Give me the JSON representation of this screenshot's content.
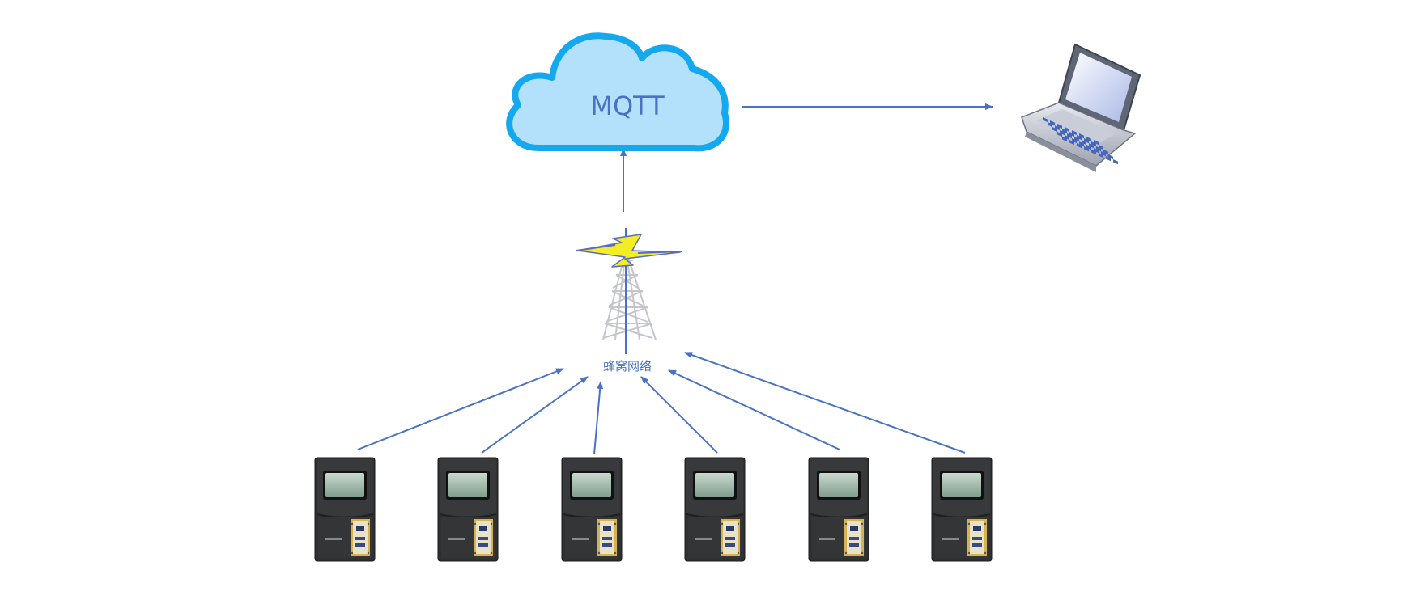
{
  "cloud": {
    "label": "MQTT",
    "fill": "#b3e0fb",
    "stroke": "#14a9ee"
  },
  "tower": {
    "label": "蜂窝网络"
  },
  "arrow_color": "#4a72c4",
  "devices": [
    {
      "id": "device-1",
      "type": "terminal"
    },
    {
      "id": "device-2",
      "type": "terminal"
    },
    {
      "id": "device-3",
      "type": "terminal"
    },
    {
      "id": "device-4",
      "type": "terminal"
    },
    {
      "id": "device-5",
      "type": "terminal"
    },
    {
      "id": "device-6",
      "type": "terminal"
    }
  ],
  "laptop": {
    "icon": "laptop-icon"
  },
  "edges": [
    {
      "from": "cloud",
      "to": "laptop"
    },
    {
      "from": "tower",
      "to": "cloud"
    },
    {
      "from": "device-1",
      "to": "tower"
    },
    {
      "from": "device-2",
      "to": "tower"
    },
    {
      "from": "device-3",
      "to": "tower"
    },
    {
      "from": "device-4",
      "to": "tower"
    },
    {
      "from": "device-5",
      "to": "tower"
    },
    {
      "from": "device-6",
      "to": "tower"
    }
  ]
}
